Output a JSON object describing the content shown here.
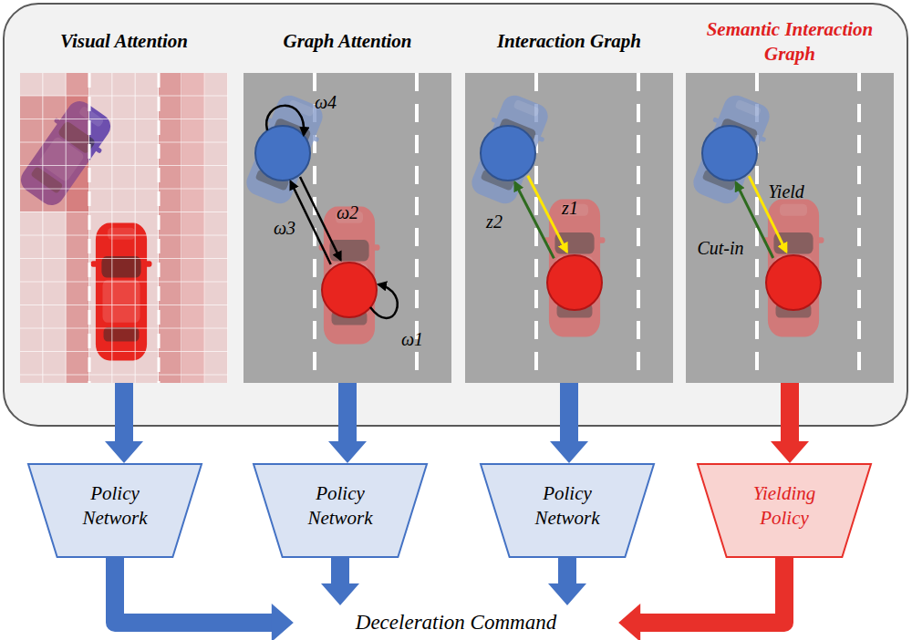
{
  "diagram": {
    "nodes": [
      {
        "text": [
          "Visual Attention"
        ]
      },
      {
        "text": [
          "Graph Attention"
        ]
      },
      {
        "text": [
          "Interaction Graph"
        ]
      },
      {
        "text": [
          "Semantic Interaction Graph"
        ]
      },
      {
        "text": [
          "Policy Network"
        ]
      },
      {
        "text": [
          "Policy Network"
        ]
      },
      {
        "text": [
          "Policy Network"
        ]
      },
      {
        "text": [
          "Yielding Policy"
        ]
      },
      {
        "text": [
          "Deceleration Command"
        ]
      }
    ],
    "edges": [
      {
        "from": 0,
        "to": 4,
        "arrow": "to"
      },
      {
        "from": 1,
        "to": 5,
        "arrow": "to"
      },
      {
        "from": 2,
        "to": 6,
        "arrow": "to"
      },
      {
        "from": 3,
        "to": 7,
        "arrow": "to"
      },
      {
        "from": 4,
        "to": 8,
        "arrow": "to"
      },
      {
        "from": 5,
        "to": 8,
        "arrow": "to"
      },
      {
        "from": 6,
        "to": 8,
        "arrow": "to"
      },
      {
        "from": 7,
        "to": 8,
        "arrow": "to"
      }
    ],
    "labels": [
      "ω4",
      "ω2",
      "ω3",
      "ω1",
      "z1",
      "z2",
      "Yield",
      "Cut-in"
    ]
  }
}
